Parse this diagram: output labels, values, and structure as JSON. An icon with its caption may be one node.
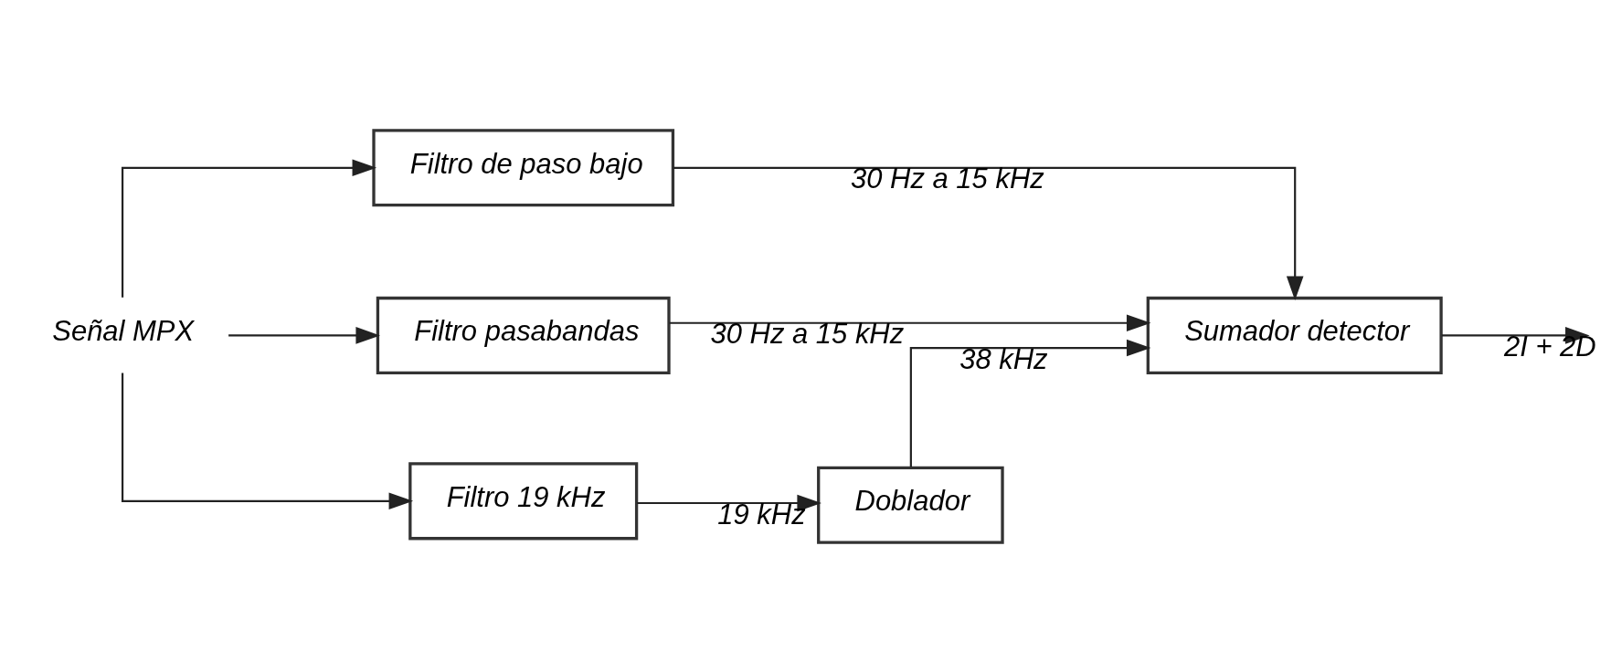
{
  "diagram": {
    "nodes": [
      {
        "text": [
          "Señal MPX"
        ]
      },
      {
        "text": [
          "Filtro de paso bajo"
        ]
      },
      {
        "text": [
          "Filtro pasabandas"
        ]
      },
      {
        "text": [
          "Filtro 19 kHz"
        ]
      },
      {
        "text": [
          "Doblador"
        ]
      },
      {
        "text": [
          "Sumador detector"
        ]
      }
    ],
    "edges": [
      {
        "from": 0,
        "to": 1,
        "arrow": "to"
      },
      {
        "from": 0,
        "to": 2,
        "arrow": "to"
      },
      {
        "from": 0,
        "to": 3,
        "arrow": "to"
      },
      {
        "from": 1,
        "to": 5,
        "arrow": "to",
        "label": "30 Hz a 15 kHz"
      },
      {
        "from": 2,
        "to": 5,
        "arrow": "to",
        "label": "30 Hz a 15 kHz"
      },
      {
        "from": 3,
        "to": 4,
        "arrow": "to",
        "label": "19 kHz"
      },
      {
        "from": 4,
        "to": 5,
        "arrow": "to",
        "label": "38 kHz"
      },
      {
        "from": 5,
        "to": null,
        "arrow": "to",
        "label": "2I + 2D"
      }
    ]
  }
}
